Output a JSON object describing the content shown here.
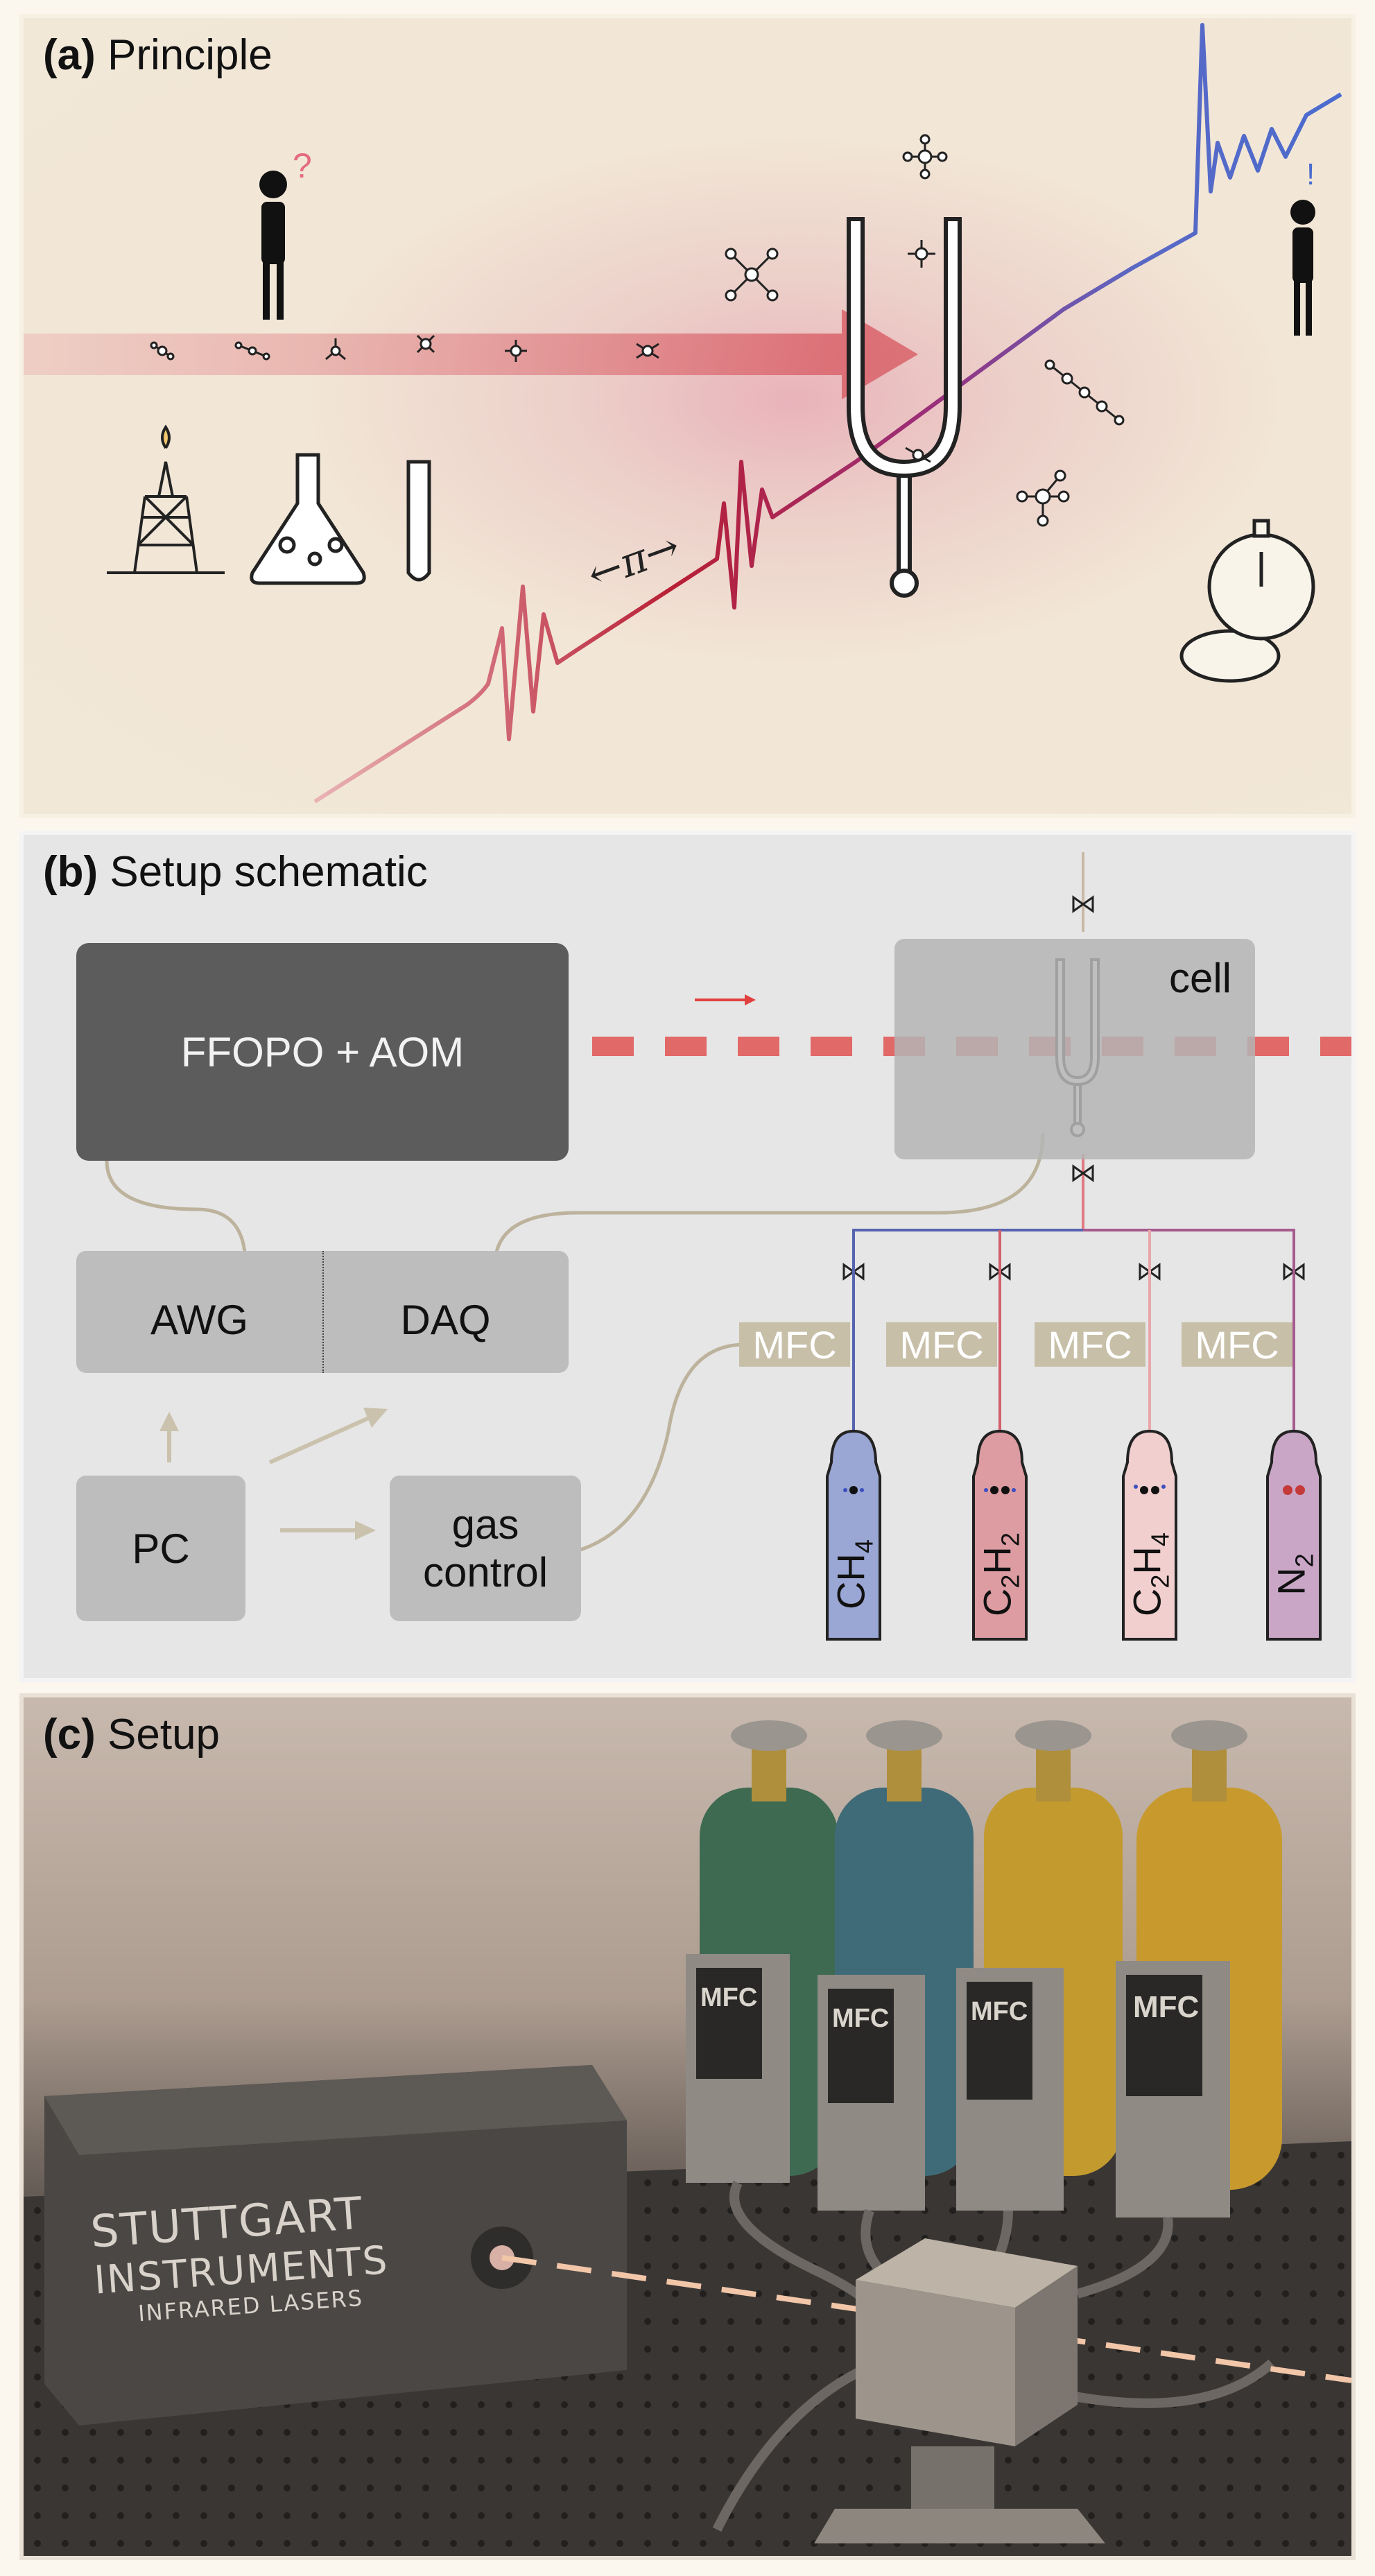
{
  "panel_a": {
    "label_letter": "(a)",
    "label_text": "Principle",
    "pi_label": "←π→"
  },
  "panel_b": {
    "label_letter": "(b)",
    "label_text": "Setup schematic",
    "ffopo_label": "FFOPO + AOM",
    "cell_label": "cell",
    "awg_label": "AWG",
    "daq_label": "DAQ",
    "pc_label": "PC",
    "gas_control_label": "gas\ncontrol",
    "mfc_label": "MFC",
    "gases": [
      {
        "main": "CH",
        "sub": "4",
        "color": "#9aa6d3"
      },
      {
        "main": "C",
        "sub1": "2",
        "mid": "H",
        "sub": "2",
        "color": "#dc9ca2"
      },
      {
        "main": "C",
        "sub1": "2",
        "mid": "H",
        "sub": "4",
        "color": "#f0cfce"
      },
      {
        "main": "N",
        "sub": "2",
        "color": "#c9a6c6"
      }
    ],
    "colors": {
      "beam": "#e0403f",
      "purple_line": "#9a5fa6",
      "red_line": "#e07a80",
      "cable": "#bdb39d"
    }
  },
  "panel_c": {
    "label_letter": "(c)",
    "label_text": "Setup",
    "brand_line1": "STUTTGART",
    "brand_line2": "INSTRUMENTS",
    "brand_line3": "INFRARED LASERS",
    "mfc_label": "MFC",
    "bottle_colors": [
      "#3e6a52",
      "#3f6b78",
      "#c39a2e",
      "#c89a2e"
    ]
  }
}
